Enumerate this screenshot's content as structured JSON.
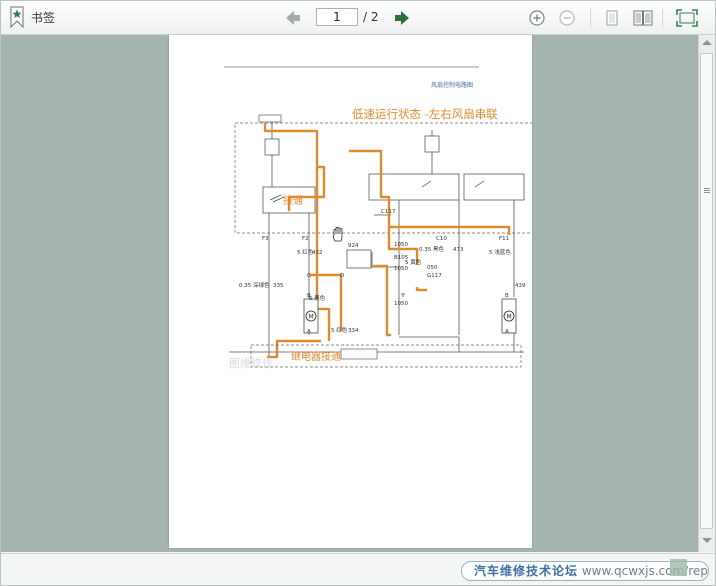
{
  "toolbar": {
    "bookmark_label": "书签",
    "page_current": "1",
    "page_total": "/ 2"
  },
  "icons": {
    "bookmark": "bookmark-star-icon",
    "prev": "arrow-left-icon",
    "next": "arrow-right-icon",
    "zoom_in": "zoom-in-icon",
    "zoom_out": "zoom-out-icon",
    "single_page": "single-page-view-icon",
    "double_page": "two-page-view-icon",
    "fullscreen": "fullscreen-icon"
  },
  "colors": {
    "viewer_bg": "#a4b5ae",
    "nav_arrow": "#9aa5a1",
    "nav_arrow_next": "#2f6e3f",
    "wire_highlight": "#e08a2e"
  },
  "document": {
    "header_note": "风扇控制电路图",
    "title": "低速运行状态 -左右风扇串联",
    "label_left_fan": "接通",
    "label_relay": "继电器接通",
    "watermark_left": "图维修作",
    "labels": {
      "c117": "C117",
      "c10": "C10",
      "f11": "F11",
      "f3": "F3",
      "f2": "F2",
      "b105": "B105",
      "g117": "G117",
      "w1050": "1050",
      "w473": "473",
      "w335": "335",
      "w050": "050",
      "w334": "334",
      "w924": "924",
      "w432": "432",
      "w439": "439",
      "wire_035": "0.35 深绿色",
      "wire_05_red": "5 红色",
      "wire_05_blk": "5 黑色",
      "wire_05_grn": "5 浅蓝色",
      "wire_05_yel": "5 黄色",
      "wire_035b": "0.35 黑色",
      "pin_a": "A",
      "pin_b": "B",
      "pin_c": "C",
      "pin_d": "D"
    }
  },
  "footer": {
    "watermark_cn": "汽车维修技术论坛",
    "watermark_url": "www.qcwxjs.com/repair.com"
  }
}
